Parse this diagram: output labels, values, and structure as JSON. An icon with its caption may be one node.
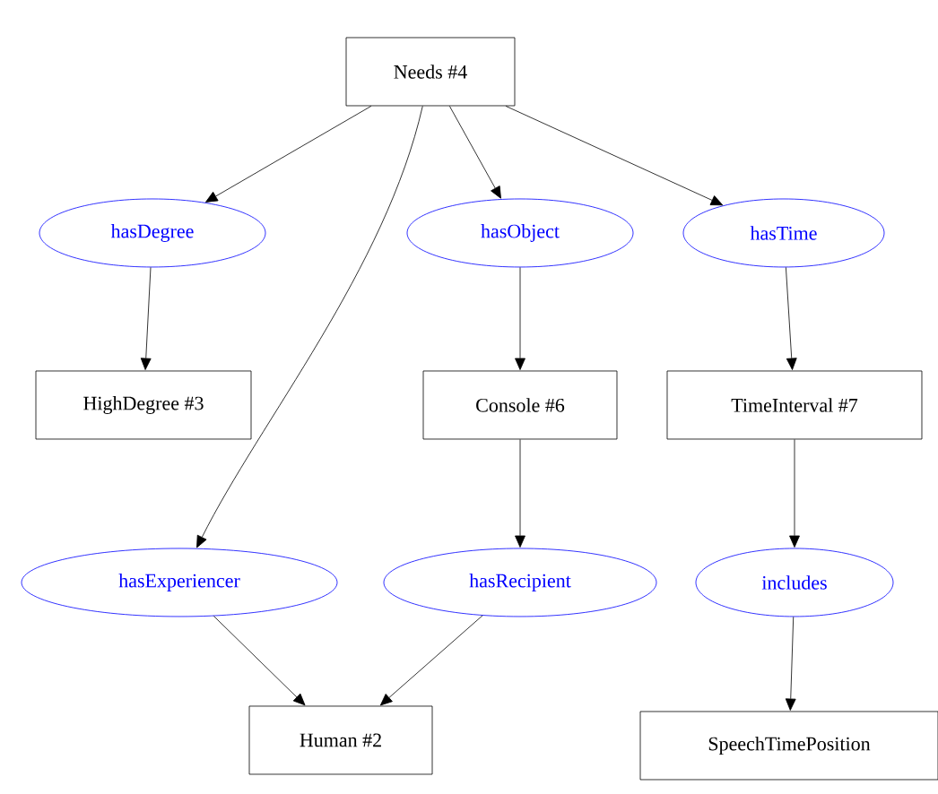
{
  "diagram": {
    "nodes": [
      {
        "text": [
          "Needs #4"
        ]
      },
      {
        "text": [
          "hasDegree"
        ]
      },
      {
        "text": [
          "hasObject"
        ]
      },
      {
        "text": [
          "hasTime"
        ]
      },
      {
        "text": [
          "HighDegree #3"
        ]
      },
      {
        "text": [
          "Console #6"
        ]
      },
      {
        "text": [
          "TimeInterval #7"
        ]
      },
      {
        "text": [
          "hasExperiencer"
        ]
      },
      {
        "text": [
          "hasRecipient"
        ]
      },
      {
        "text": [
          "includes"
        ]
      },
      {
        "text": [
          "Human #2"
        ]
      },
      {
        "text": [
          "SpeechTimePosition"
        ]
      }
    ],
    "edges": [
      {
        "from": 0,
        "to": 1,
        "arrow": "to"
      },
      {
        "from": 0,
        "to": 7,
        "arrow": "to"
      },
      {
        "from": 0,
        "to": 2,
        "arrow": "to"
      },
      {
        "from": 0,
        "to": 3,
        "arrow": "to"
      },
      {
        "from": 1,
        "to": 4,
        "arrow": "to"
      },
      {
        "from": 2,
        "to": 5,
        "arrow": "to"
      },
      {
        "from": 3,
        "to": 6,
        "arrow": "to"
      },
      {
        "from": 5,
        "to": 8,
        "arrow": "to"
      },
      {
        "from": 6,
        "to": 9,
        "arrow": "to"
      },
      {
        "from": 7,
        "to": 10,
        "arrow": "to"
      },
      {
        "from": 8,
        "to": 10,
        "arrow": "to"
      },
      {
        "from": 9,
        "to": 11,
        "arrow": "to"
      }
    ]
  }
}
